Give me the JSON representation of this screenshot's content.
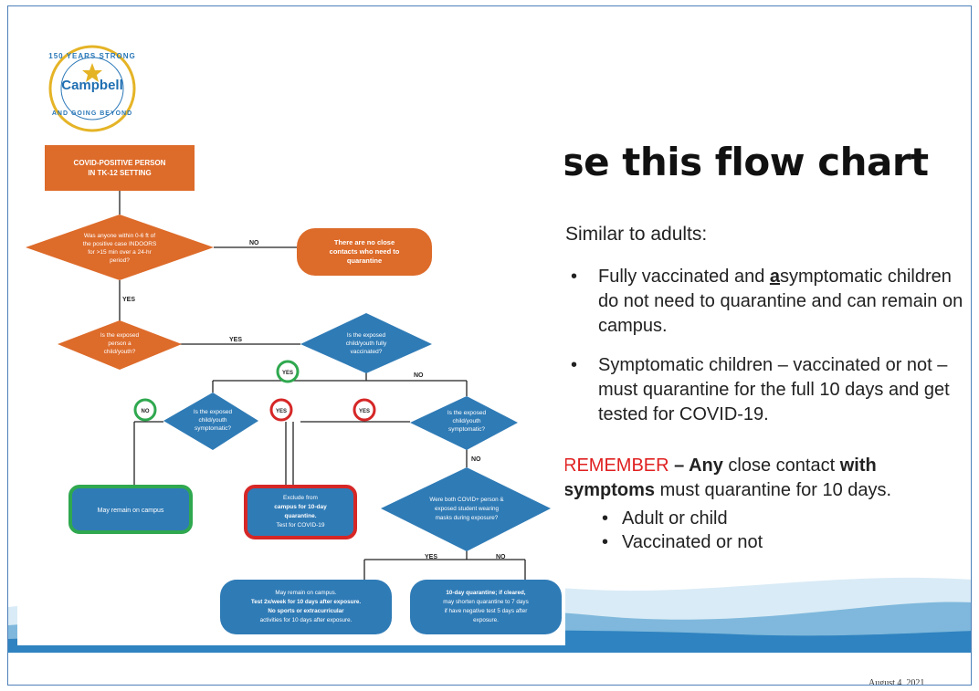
{
  "logo": {
    "ring_top": "150 YEARS STRONG",
    "name": "Campbell",
    "ring_bottom": "AND GOING BEYOND"
  },
  "title": "For students, use this flow chart",
  "similar_label": "Similar to adults:",
  "bullets": [
    {
      "pre": "Fully vaccinated and ",
      "emph": "a",
      "post": "symptomatic children do not need to quarantine and can remain on campus."
    },
    {
      "text": "Symptomatic children – vaccinated or not – must quarantine for the full 10 days and get tested for COVID-19."
    }
  ],
  "remember": {
    "label": "REMEMBER",
    "dash": " – ",
    "any": "Any",
    "mid": " close contact ",
    "with": "with",
    "symptoms": "symptoms",
    "rest": " must quarantine for 10 days."
  },
  "sub_bullets": [
    "Adult or child",
    "Vaccinated or not"
  ],
  "date": "August 4, 2021",
  "flowchart": {
    "start": [
      "COVID-POSITIVE PERSON",
      "IN TK-12 SETTING"
    ],
    "q1": [
      "Was anyone within 0-6 ft of",
      "the positive case INDOORS",
      "for >15 min over a 24-hr",
      "period?"
    ],
    "no_close": [
      "There are no close",
      "contacts who need to",
      "quarantine"
    ],
    "q2": [
      "Is the exposed",
      "person a",
      "child/youth?"
    ],
    "q3": [
      "Is the exposed",
      "child/youth fully",
      "vaccinated?"
    ],
    "q4": [
      "Is the exposed",
      "child/youth",
      "symptomatic?"
    ],
    "q5": [
      "Is the exposed",
      "child/youth",
      "symptomatic?"
    ],
    "remain": "May remain on campus",
    "exclude": [
      "Exclude from",
      "campus for 10-day",
      "quarantine.",
      "Test for COVID-19"
    ],
    "q6": [
      "Were both COVID+ person &",
      "exposed student wearing",
      "masks during exposure?"
    ],
    "outcome_yes": [
      "May remain on campus.",
      "Test 2x/week for 10 days after exposure.",
      "No sports or extracurricular",
      "activities for 10 days after exposure."
    ],
    "outcome_no": [
      "10-day quarantine; if cleared,",
      "may shorten quarantine to 7 days",
      "if have negative test 5 days after",
      "exposure."
    ],
    "labels": {
      "yes": "YES",
      "no": "NO"
    }
  }
}
